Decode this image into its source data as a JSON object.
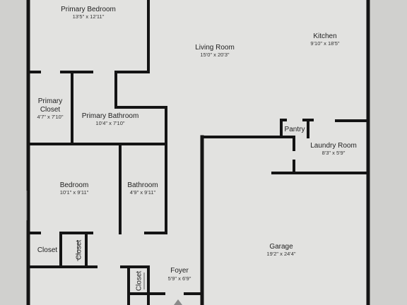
{
  "colors": {
    "paper": "#e4e4e2",
    "wall": "#141414",
    "text": "#1f1f1f",
    "outside": "#d2d2d0"
  },
  "rooms": {
    "primary_bedroom": {
      "name": "Primary Bedroom",
      "dims": "13'5\" x 12'11\""
    },
    "living_room": {
      "name": "Living Room",
      "dims": "15'0\" x 20'3\""
    },
    "kitchen": {
      "name": "Kitchen",
      "dims": "9'10\" x 18'5\""
    },
    "primary_closet": {
      "name_line1": "Primary",
      "name_line2": "Closet",
      "dims": "4'7\" x 7'10\""
    },
    "primary_bathroom": {
      "name": "Primary Bathroom",
      "dims": "10'4\" x 7'10\""
    },
    "pantry": {
      "name": "Pantry"
    },
    "laundry_room": {
      "name": "Laundry Room",
      "dims": "8'3\" x 5'9\""
    },
    "bedroom": {
      "name": "Bedroom",
      "dims": "10'1\" x 9'11\""
    },
    "bathroom": {
      "name": "Bathroom",
      "dims": "4'9\" x 9'11\""
    },
    "garage": {
      "name": "Garage",
      "dims": "19'2\" x 24'4\""
    },
    "closet_left": {
      "name": "Closet"
    },
    "closet_small": {
      "name": "Closet"
    },
    "closet_foyer": {
      "name": "Closet"
    },
    "foyer": {
      "name": "Foyer",
      "dims": "5'9\" x 6'9\""
    }
  }
}
